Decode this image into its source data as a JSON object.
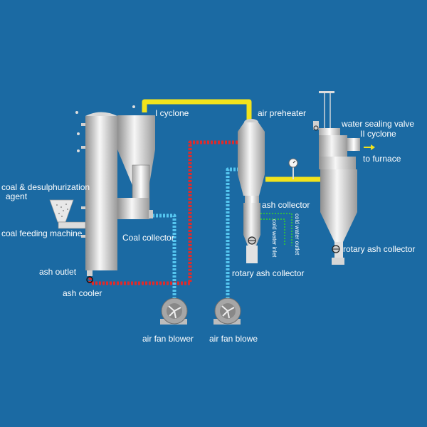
{
  "colors": {
    "background": "#1b6aa3",
    "flue_pipe": "#f2e31c",
    "hot_air_pipe": "#e02a2a",
    "cold_air_pipe": "#55c6f0",
    "water_pipe": "#2fb84a",
    "arrow": "#f2e31c",
    "vessel_light": "#f4f4f4",
    "vessel_dark": "#9a9a9a"
  },
  "labels": {
    "i_cyclone": "I cyclone",
    "air_preheater": "air preheater",
    "water_sealing_valve": "water sealing valve",
    "ii_cyclone": "II cyclone",
    "to_furnace": "to furnace",
    "coal_desulphurization_line1": "coal & desulphurization",
    "coal_desulphurization_line2": "agent",
    "coal_feeding_machine": "coal feeding machine",
    "coal_collector": "Coal collector",
    "ash_collector": "ash collector",
    "cold_water_inlet": "cold water inlet",
    "cold_water_outlet": "cold water outlet",
    "rotary_ash_collector_right": "rotary ash collector",
    "ash_outlet": "ash outlet",
    "ash_cooler": "ash cooler",
    "rotary_ash_collector_mid": "rotary ash collector",
    "air_fan_blower_left": "air fan blower",
    "air_fan_blower_right": "air fan blowe"
  },
  "icons": [
    "fan-blower-icon",
    "pressure-gauge-icon",
    "rotary-valve-icon",
    "direction-arrow-icon"
  ]
}
